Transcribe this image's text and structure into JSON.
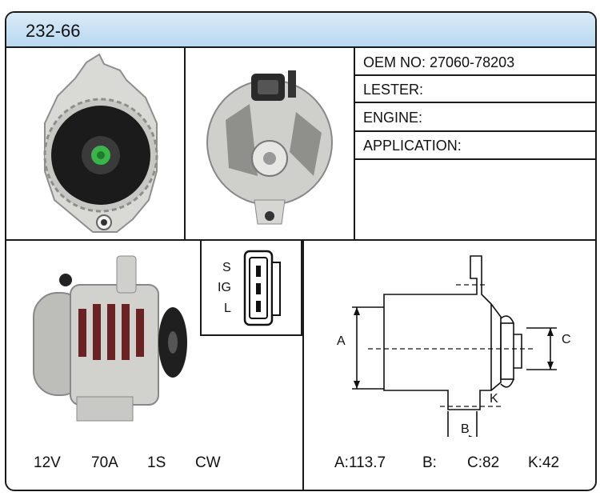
{
  "header": {
    "title": "232-66"
  },
  "info": {
    "oem": "OEM NO: 27060-78203",
    "lester": "LESTER:",
    "engine": "ENGINE:",
    "application": "APPLICATION:"
  },
  "connector": {
    "pins": [
      "S",
      "IG",
      "L"
    ]
  },
  "specs": {
    "voltage": "12V",
    "amperage": "70A",
    "groove": "1S",
    "rotation": "CW"
  },
  "diagram": {
    "label_a": "A",
    "label_b": "B",
    "label_c": "C",
    "label_k": "K"
  },
  "dimensions": {
    "a": "A:113.7",
    "b": "B:",
    "c": "C:82",
    "k": "K:42"
  },
  "colors": {
    "header_bg": "#c9e2f5",
    "hub": "#39b54a"
  }
}
